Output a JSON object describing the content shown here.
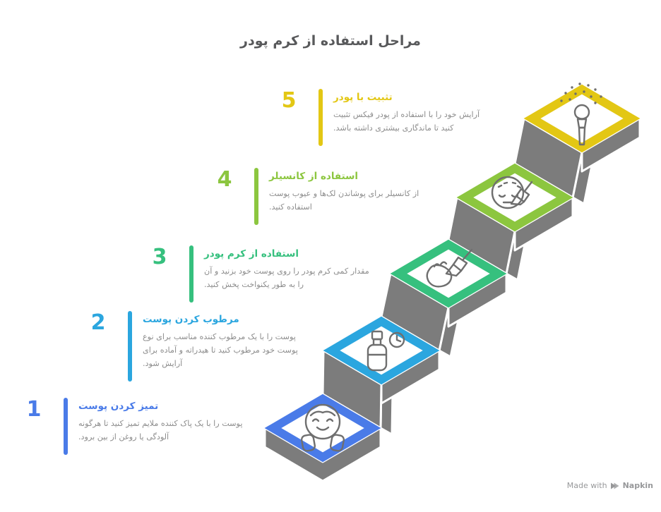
{
  "title": "مراحل استفاده از کرم پودر",
  "steps": [
    {
      "number": "1",
      "title": "تمیز کردن پوست",
      "description": "پوست را با یک پاک کننده ملایم تمیز کنید تا هرگونه آلودگی یا روغن از بین برود.",
      "color": "#4A7BE8",
      "icon": "clean-face-icon"
    },
    {
      "number": "2",
      "title": "مرطوب کردن پوست",
      "description": "پوست را با یک مرطوب کننده مناسب برای نوع پوست خود مرطوب کنید تا هیدراته و آماده برای آرایش شود.",
      "color": "#2BA6DF",
      "icon": "moisturizer-bottle-icon"
    },
    {
      "number": "3",
      "title": "استفاده از کرم پودر",
      "description": "مقدار کمی کرم پودر را روی پوست خود بزنید و آن را به طور یکنواخت پخش کنید.",
      "color": "#36C07E",
      "icon": "foundation-hand-brush-icon"
    },
    {
      "number": "4",
      "title": "استفاده از کانسیلر",
      "description": "از کانسیلر برای پوشاندن لک‌ها و عیوب پوست استفاده کنید.",
      "color": "#8CC63F",
      "icon": "concealer-face-icon"
    },
    {
      "number": "5",
      "title": "تثبیت با پودر",
      "description": "آرایش خود را با استفاده از پودر فیکس تثبیت کنید تا ماندگاری بیشتری داشته باشد.",
      "color": "#E3C714",
      "icon": "setting-powder-brush-icon"
    }
  ],
  "colors": {
    "structure_gray": "#7C7C7C",
    "icon_stroke": "#6F6F6F",
    "title_text": "#58595B",
    "description_text": "#8D8D8D",
    "footer_text": "#97989A"
  },
  "footer": {
    "made_with": "Made with",
    "brand": "Napkin",
    "logo": "napkin-logo-icon"
  }
}
